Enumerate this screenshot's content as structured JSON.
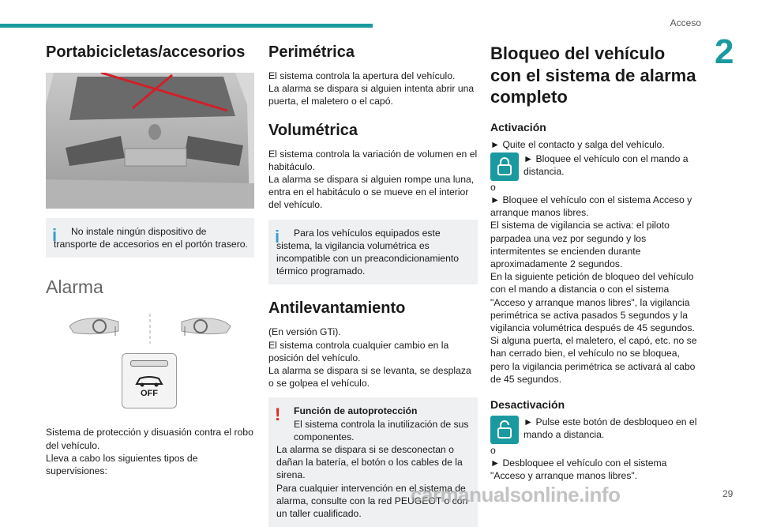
{
  "header": {
    "section": "Acceso",
    "chapter": "2",
    "page": "29"
  },
  "col1": {
    "title": "Portabicicletas/accesorios",
    "note1": "No instale ningún dispositivo de transporte de accesorios en el portón trasero.",
    "alarm_title": "Alarma",
    "off_label": "OFF",
    "body1": "Sistema de protección y disuasión contra el robo del vehículo.",
    "body2": "Lleva a cabo los siguientes tipos de supervisiones:"
  },
  "col2": {
    "perim_title": "Perimétrica",
    "perim_p1": "El sistema controla la apertura del vehículo.",
    "perim_p2": "La alarma se dispara si alguien intenta abrir una puerta, el maletero o el capó.",
    "vol_title": "Volumétrica",
    "vol_p1": "El sistema controla la variación de volumen en el habitáculo.",
    "vol_p2": "La alarma se dispara si alguien rompe una luna, entra en el habitáculo o se mueve en el interior del vehículo.",
    "vol_note": "Para los vehículos equipados este sistema, la vigilancia volumétrica es incompatible con un preacondicionamiento térmico programado.",
    "anti_title": "Antilevantamiento",
    "anti_p1": "(En versión GTi).",
    "anti_p2": "El sistema controla cualquier cambio en la posición del vehículo.",
    "anti_p3": "La alarma se dispara si se levanta, se desplaza o se golpea el vehículo.",
    "warn_title": "Función de autoprotección",
    "warn_p1": "El sistema controla la inutilización de sus componentes.",
    "warn_p2": "La alarma se dispara si se desconectan o dañan la batería, el botón o los cables de la sirena.",
    "warn_p3": "Para cualquier intervención en el sistema de alarma, consulte con la red PEUGEOT o con un taller cualificado."
  },
  "col3": {
    "title": "Bloqueo del vehículo con el sistema de alarma completo",
    "act_title": "Activación",
    "act_p1": "► Quite el contacto y salga del vehículo.",
    "act_p2": "► Bloquee el vehículo con el mando a distancia.",
    "or1": "o",
    "act_p3": "► Bloquee el vehículo con el sistema Acceso y arranque manos libres.",
    "act_p4": "El sistema de vigilancia se activa: el piloto parpadea una vez por segundo y los intermitentes se encienden durante aproximadamente 2 segundos.",
    "act_p5": "En la siguiente petición de bloqueo del vehículo con el mando a distancia o con el sistema \"Acceso y arranque manos libres\", la vigilancia perimétrica se activa pasados 5 segundos y la vigilancia volumétrica después de 45 segundos.",
    "act_p6": "Si alguna puerta, el maletero, el capó, etc. no se han cerrado bien, el vehículo no se bloquea, pero la vigilancia perimétrica se activará al cabo de 45 segundos.",
    "deact_title": "Desactivación",
    "deact_p1": "► Pulse este botón de desbloqueo en el mando a distancia.",
    "or2": "o",
    "deact_p2": "► Desbloquee el vehículo con el sistema \"Acceso y arranque manos libres\"."
  },
  "footer": {
    "watermark": "carmanualsonline.info"
  }
}
